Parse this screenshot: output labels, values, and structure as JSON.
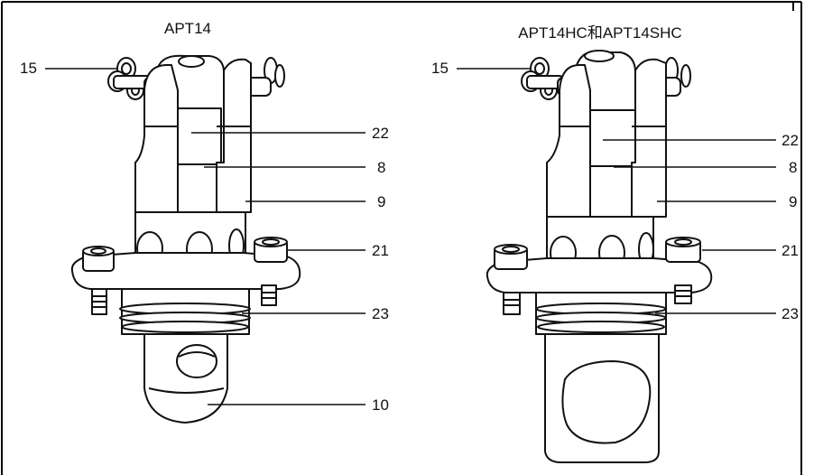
{
  "figure": {
    "left_title": "APT14",
    "right_title": "APT14HC和APT14SHC",
    "left_callouts": {
      "c15": "15",
      "c22": "22",
      "c8": "8",
      "c9": "9",
      "c21": "21",
      "c23": "23",
      "c10": "10"
    },
    "right_callouts": {
      "c15": "15",
      "c22": "22",
      "c8": "8",
      "c9": "9",
      "c21": "21",
      "c23": "23"
    }
  }
}
